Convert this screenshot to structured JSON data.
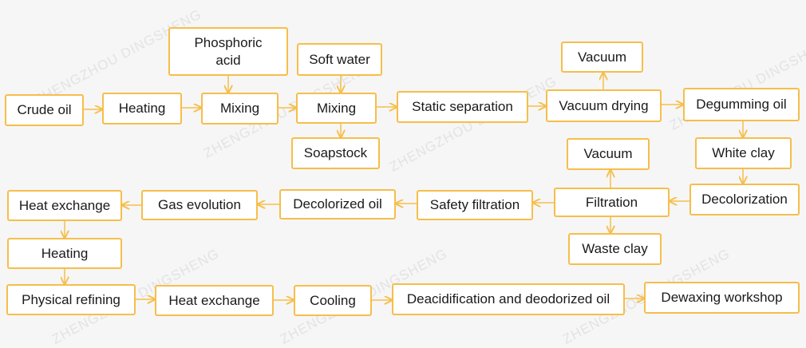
{
  "colors": {
    "border": "#f6be4a",
    "arrow": "#f6be4a",
    "background": "#f6f6f6",
    "text": "#1a1a1a"
  },
  "watermark": {
    "text": "ZHENGZHOU DINGSHENG"
  },
  "nodes": {
    "crude_oil": "Crude oil",
    "heating_1": "Heating",
    "phosphoric_acid": "Phosphoric acid",
    "mixing_1": "Mixing",
    "soft_water": "Soft water",
    "mixing_2": "Mixing",
    "soapstock": "Soapstock",
    "static_separation": "Static separation",
    "vacuum_1": "Vacuum",
    "vacuum_drying": "Vacuum drying",
    "degumming_oil": "Degumming oil",
    "white_clay": "White clay",
    "decolorization": "Decolorization",
    "vacuum_2": "Vacuum",
    "filtration": "Filtration",
    "waste_clay": "Waste clay",
    "safety_filtration": "Safety filtration",
    "decolorized_oil": "Decolorized oil",
    "gas_evolution": "Gas evolution",
    "heat_exchange_1": "Heat exchange",
    "heating_2": "Heating",
    "physical_refining": "Physical refining",
    "heat_exchange_2": "Heat exchange",
    "cooling": "Cooling",
    "deacidification": "Deacidification and deodorized oil",
    "dewaxing_workshop": "Dewaxing workshop"
  }
}
